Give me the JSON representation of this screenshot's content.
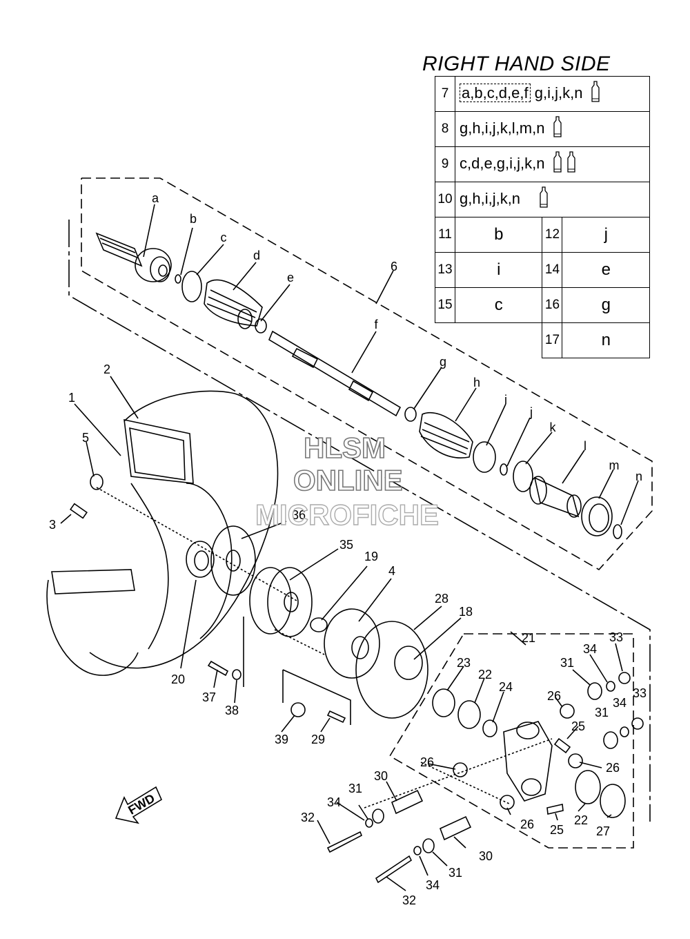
{
  "table": {
    "title": "RIGHT HAND SIDE",
    "rows": [
      {
        "num": "7",
        "boxed": "a,b,c,d,e,f",
        "rest": "g,i,j,k,n",
        "tubes": 1
      },
      {
        "num": "8",
        "value": "g,h,i,j,k,l,m,n",
        "tubes": 1
      },
      {
        "num": "9",
        "value": "c,d,e,g,i,j,k,n",
        "tubes": 2
      },
      {
        "num": "10",
        "value": "g,h,i,j,k,n",
        "tubes": 1
      }
    ],
    "pairs": [
      {
        "n1": "11",
        "v1": "b",
        "n2": "12",
        "v2": "j"
      },
      {
        "n1": "13",
        "v1": "i",
        "n2": "14",
        "v2": "e"
      },
      {
        "n1": "15",
        "v1": "c",
        "n2": "16",
        "v2": "g"
      }
    ],
    "last": {
      "num": "17",
      "value": "n"
    }
  },
  "watermark": {
    "line1": "HLSM",
    "line2": "ONLINE",
    "line3": "MICROFICHE"
  },
  "fwd_label": "FWD",
  "callouts": [
    "a",
    "b",
    "c",
    "d",
    "e",
    "f",
    "g",
    "h",
    "i",
    "j",
    "k",
    "l",
    "m",
    "n",
    "1",
    "2",
    "3",
    "4",
    "5",
    "6",
    "18",
    "19",
    "20",
    "21",
    "22",
    "23",
    "24",
    "25",
    "26",
    "27",
    "28",
    "29",
    "30",
    "31",
    "32",
    "33",
    "34",
    "35",
    "36",
    "37",
    "38",
    "39"
  ]
}
